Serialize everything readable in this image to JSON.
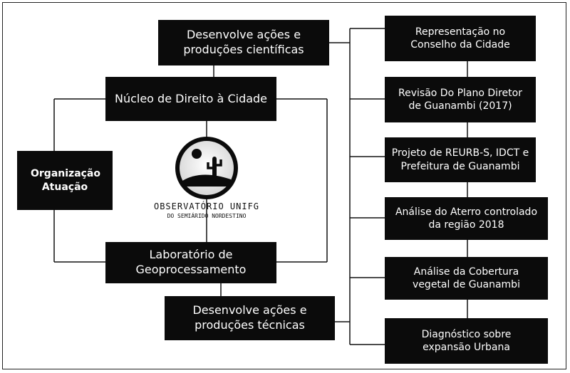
{
  "left": {
    "science": "Desenvolve ações e produções científicas",
    "nucleus": "Núcleo de Direito à Cidade",
    "org": "Organização Atuação",
    "lab": "Laboratório de Geoprocessamento",
    "technical": "Desenvolve ações e produções técnicas"
  },
  "logo": {
    "title": "OBSERVATÓRIO UNIFG",
    "subtitle": "DO SEMIÁRIDO NORDESTINO"
  },
  "right": [
    "Representação no Conselho da Cidade",
    "Revisão Do Plano Diretor de Guanambi (2017)",
    "Projeto de REURB-S, IDCT e Prefeitura de Guanambi",
    "Análise do Aterro controlado da região 2018",
    "Análise da Cobertura vegetal de Guanambi",
    "Diagnóstico sobre expansão Urbana"
  ],
  "colors": {
    "box": "#0b0b0b",
    "text": "#ffffff",
    "line": "#111111"
  }
}
